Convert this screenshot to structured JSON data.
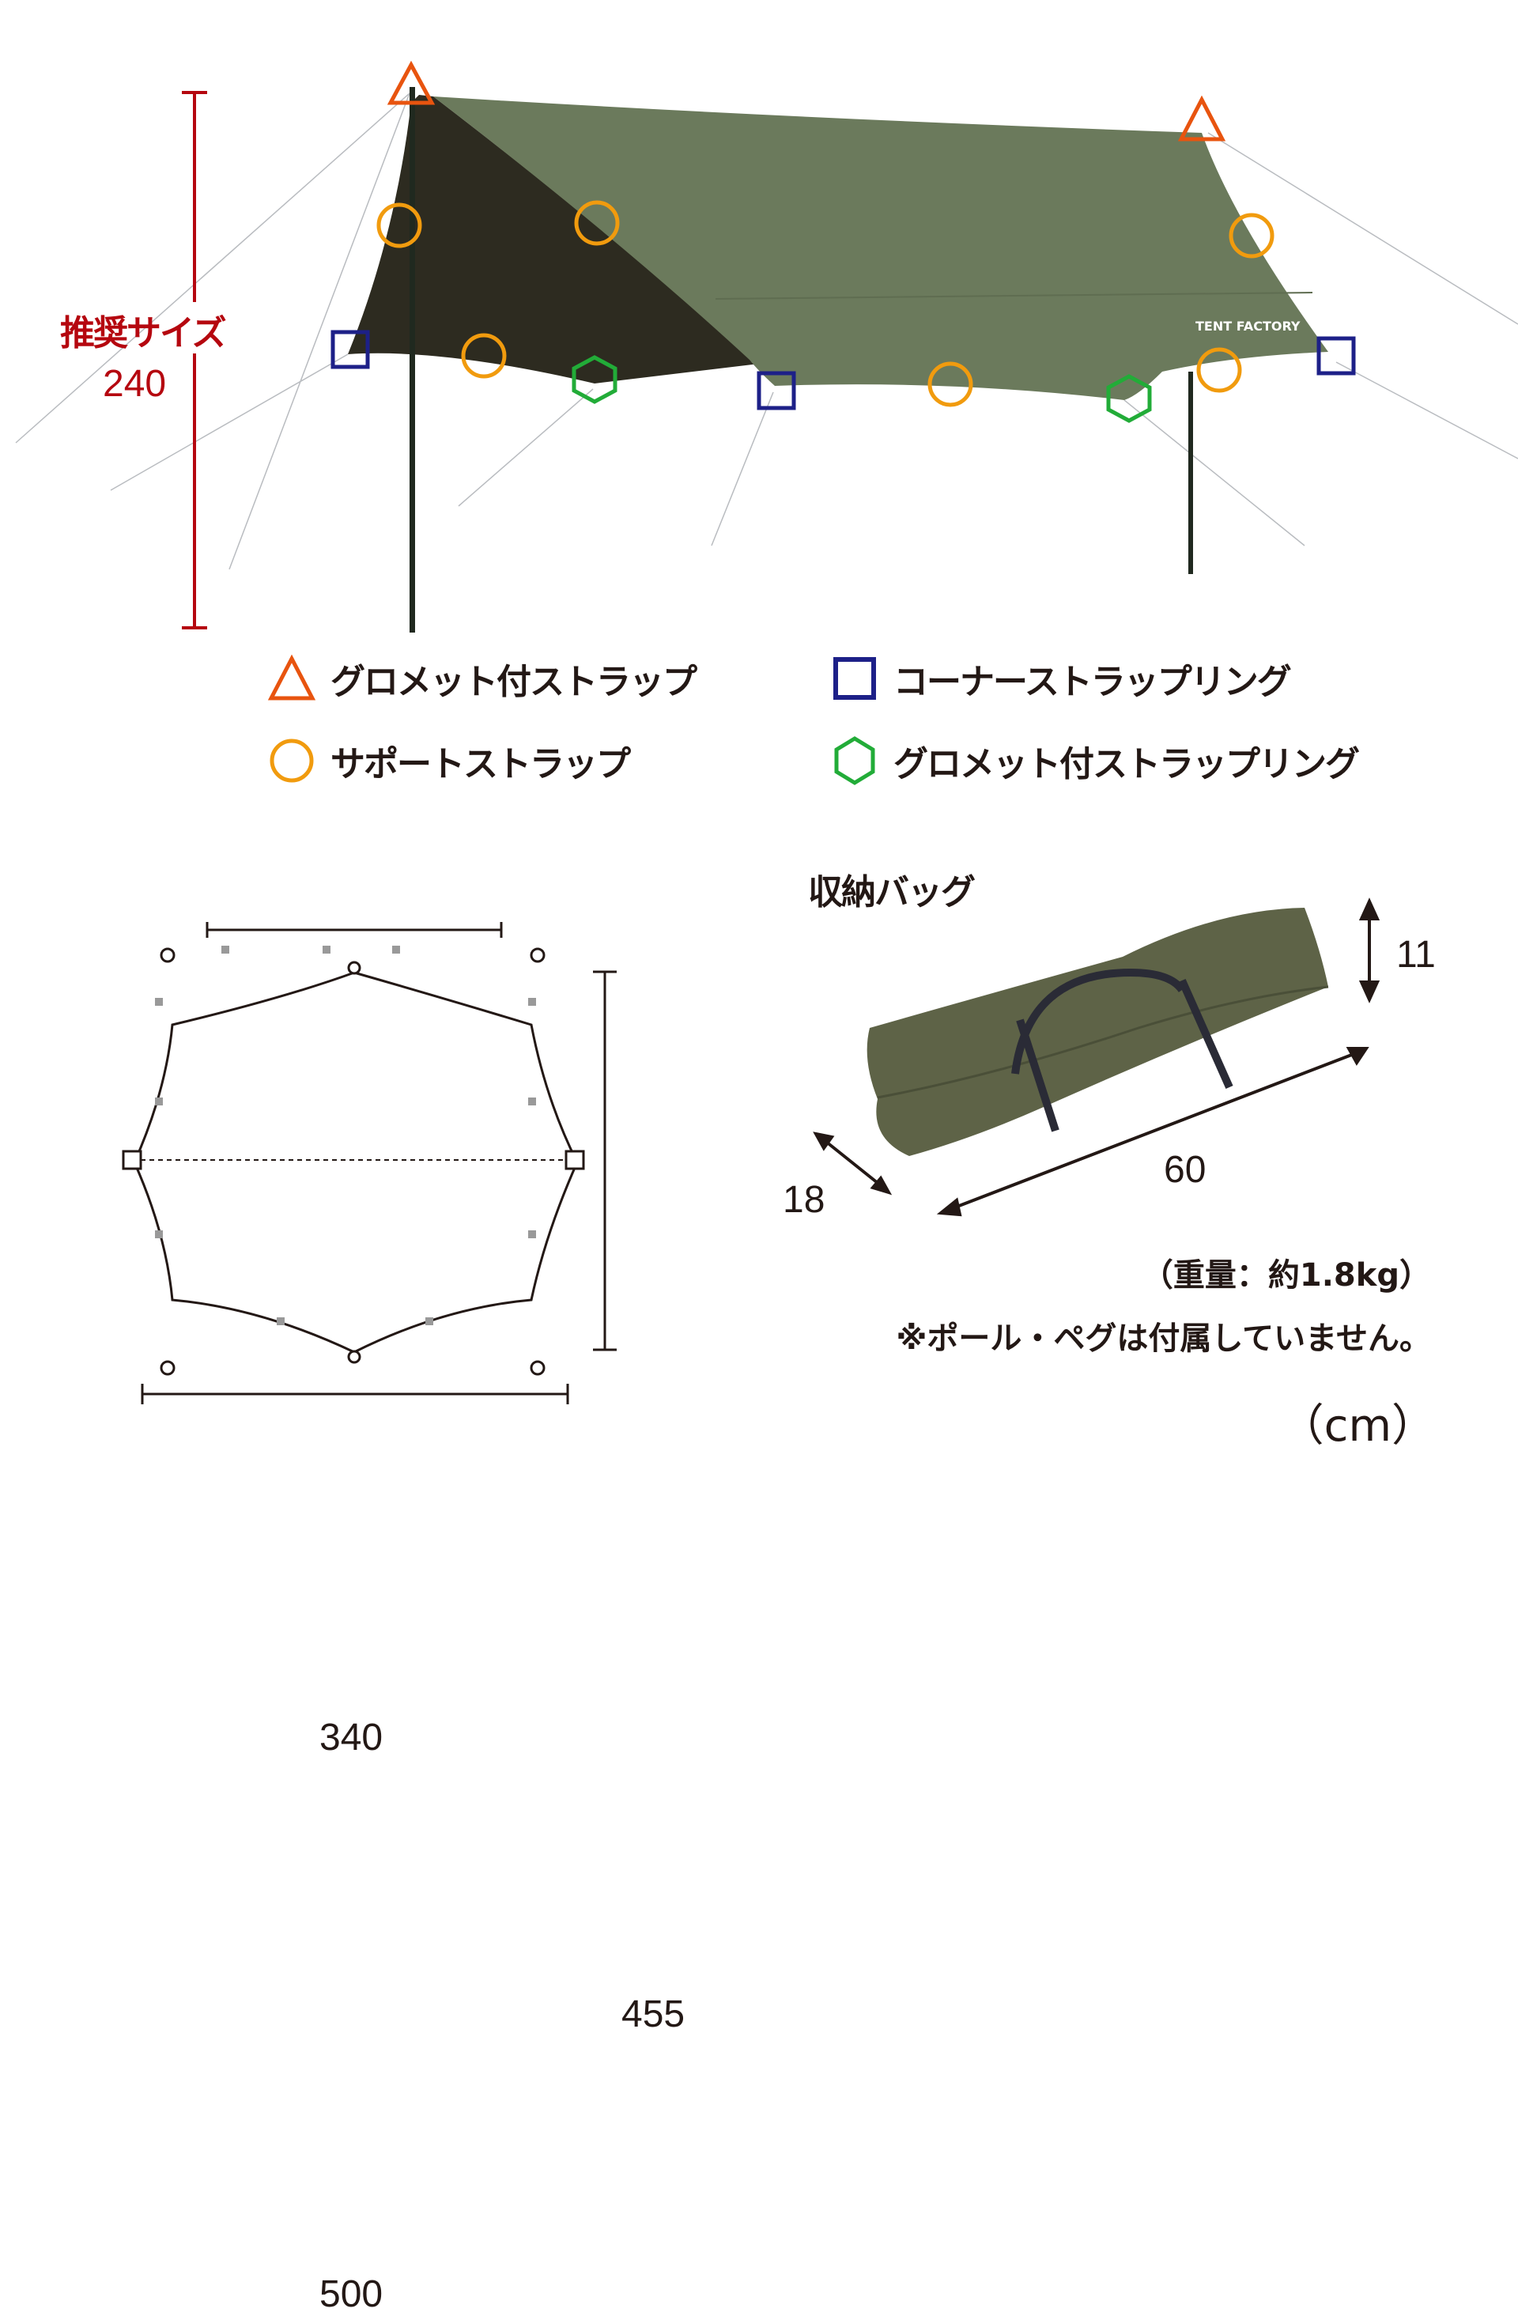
{
  "recommended_size": {
    "label": "推奨サイズ",
    "value": "240",
    "color": "#b5070f"
  },
  "markers": {
    "triangle": {
      "color": "#e8540f",
      "positions": [
        [
          520,
          108
        ],
        [
          1520,
          152
        ]
      ]
    },
    "circle": {
      "color": "#f19b0e",
      "positions": [
        [
          505,
          285
        ],
        [
          755,
          282
        ],
        [
          1583,
          298
        ],
        [
          612,
          450
        ],
        [
          1202,
          486
        ],
        [
          1542,
          468
        ]
      ]
    },
    "square": {
      "color": "#1d2088",
      "positions": [
        [
          443,
          442
        ],
        [
          982,
          494
        ],
        [
          1690,
          450
        ]
      ]
    },
    "hexagon": {
      "color": "#22ac38",
      "positions": [
        [
          752,
          480
        ],
        [
          1428,
          504
        ]
      ]
    }
  },
  "legend": {
    "items": [
      {
        "icon": "triangle-icon",
        "label": "グロメット付ストラップ"
      },
      {
        "icon": "square-icon",
        "label": "コーナーストラップリング"
      },
      {
        "icon": "circle-icon",
        "label": "サポートストラップ"
      },
      {
        "icon": "hexagon-icon",
        "label": "グロメット付ストラップリング"
      }
    ]
  },
  "floor_plan": {
    "top_width": "340",
    "height": "455",
    "bottom_width": "500"
  },
  "bag": {
    "title": "収納バッグ",
    "height": "11",
    "depth": "18",
    "length": "60",
    "fabric_color": "#5e6347"
  },
  "notes": {
    "weight": "（重量：約1.8kg）",
    "disclaimer": "※ポール・ペグは付属していません。",
    "unit": "（cm）"
  },
  "tarp": {
    "fabric_color": "#6b7a5c",
    "shadow_color": "#2b2a1e"
  }
}
